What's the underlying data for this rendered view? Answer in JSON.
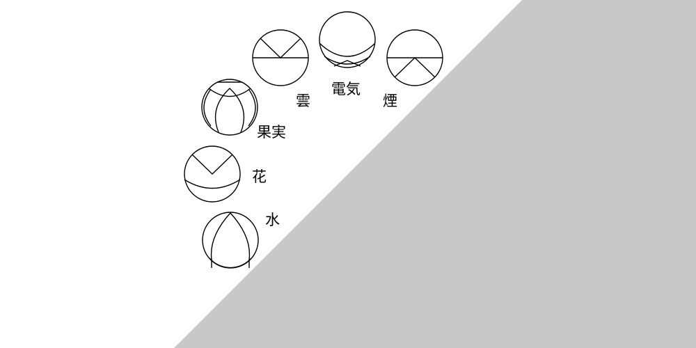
{
  "colors": {
    "background": "#ffffff",
    "shaded_region": "#c8c8c8",
    "stroke": "#000000"
  },
  "symbols": [
    {
      "id": "water",
      "label": "水",
      "icon": "water-symbol-icon"
    },
    {
      "id": "flower",
      "label": "花",
      "icon": "flower-symbol-icon"
    },
    {
      "id": "fruit",
      "label": "果実",
      "icon": "fruit-symbol-icon"
    },
    {
      "id": "cloud",
      "label": "雲",
      "icon": "cloud-symbol-icon"
    },
    {
      "id": "electricity",
      "label": "電気",
      "icon": "electricity-symbol-icon"
    },
    {
      "id": "smoke",
      "label": "煙",
      "icon": "smoke-symbol-icon"
    }
  ]
}
